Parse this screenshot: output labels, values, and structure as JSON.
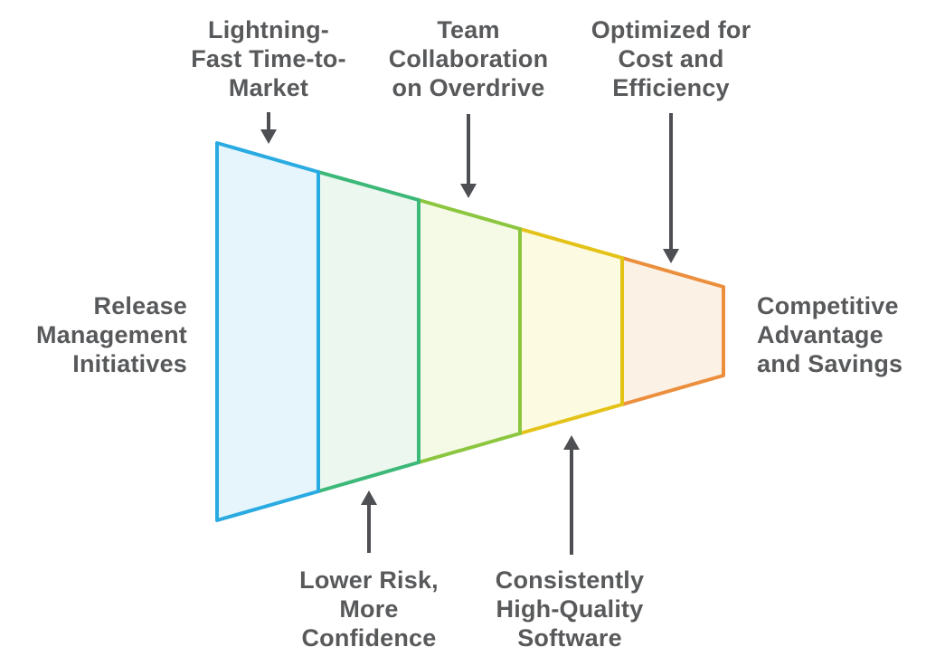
{
  "diagram": {
    "title_semantic": "release-management-benefits-funnel",
    "left_label": {
      "lines": [
        "Release",
        "Management",
        "Initiatives"
      ]
    },
    "right_label": {
      "lines": [
        "Competitive",
        "Advantage",
        "and Savings"
      ]
    },
    "top_labels": [
      {
        "lines": [
          "Lightning-",
          "Fast Time-to-",
          "Market"
        ]
      },
      {
        "lines": [
          "Team",
          "Collaboration",
          "on Overdrive"
        ]
      },
      {
        "lines": [
          "Optimized for",
          "Cost and",
          "Efficiency"
        ]
      }
    ],
    "bottom_labels": [
      {
        "lines": [
          "Lower Risk,",
          "More",
          "Confidence"
        ]
      },
      {
        "lines": [
          "Consistently",
          "High-Quality",
          "Software"
        ]
      }
    ]
  },
  "funnel": {
    "type": "horizontal-funnel",
    "stage_count": 5,
    "segments": [
      {
        "id": "stage-1",
        "stroke": "#29ABE2",
        "fill": "#E6F5FC"
      },
      {
        "id": "stage-2",
        "stroke": "#3CB878",
        "fill": "#EBF7EF"
      },
      {
        "id": "stage-3",
        "stroke": "#8CC63F",
        "fill": "#F5FAE6"
      },
      {
        "id": "stage-4",
        "stroke": "#E4C319",
        "fill": "#FDFAE2"
      },
      {
        "id": "stage-5",
        "stroke": "#EB8F3D",
        "fill": "#FCF1E5"
      }
    ]
  },
  "colors": {
    "text": "#58595B",
    "arrow": "#4D4F52",
    "background": "#FFFFFF"
  }
}
